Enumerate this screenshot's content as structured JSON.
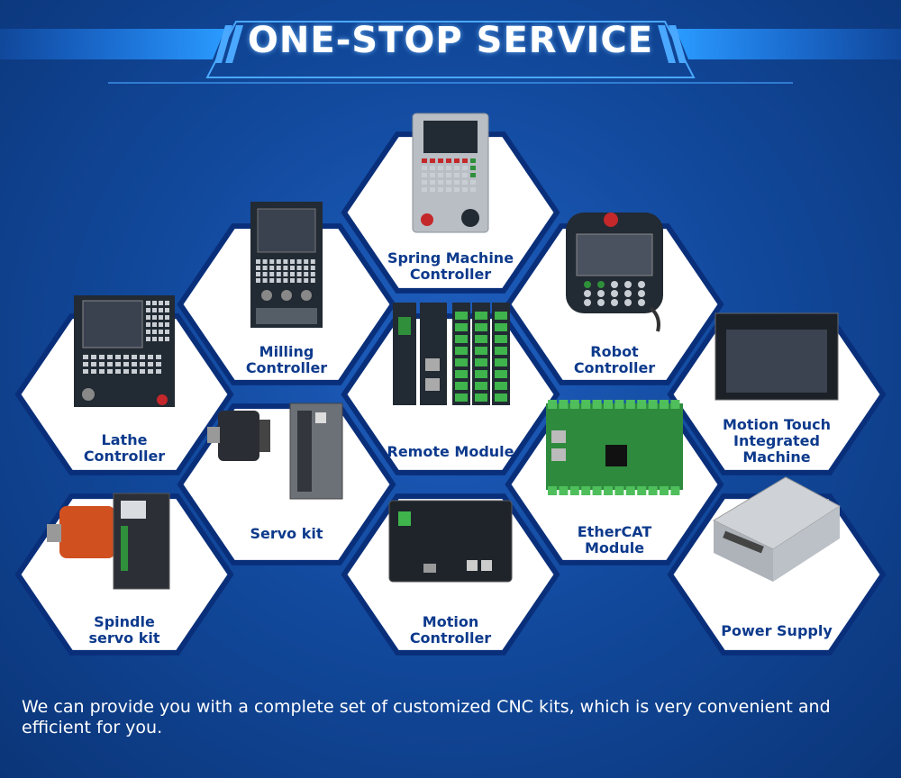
{
  "header": {
    "title": "ONE-STOP SERVICE"
  },
  "products": [
    {
      "id": "spring",
      "label_lines": [
        "Spring Machine",
        "Controller"
      ],
      "icon": "spring-machine-controller-icon"
    },
    {
      "id": "milling",
      "label_lines": [
        "Milling",
        "Controller"
      ],
      "icon": "milling-controller-icon"
    },
    {
      "id": "robot",
      "label_lines": [
        "Robot",
        "Controller"
      ],
      "icon": "robot-controller-icon"
    },
    {
      "id": "lathe",
      "label_lines": [
        "Lathe",
        "Controller"
      ],
      "icon": "lathe-controller-icon"
    },
    {
      "id": "remote",
      "label_lines": [
        "Remote Module"
      ],
      "icon": "remote-module-icon"
    },
    {
      "id": "motion-touch",
      "label_lines": [
        "Motion Touch",
        "Integrated",
        "Machine"
      ],
      "icon": "motion-touch-machine-icon"
    },
    {
      "id": "servo",
      "label_lines": [
        "Servo kit"
      ],
      "icon": "servo-kit-icon"
    },
    {
      "id": "ethercat",
      "label_lines": [
        "EtherCAT",
        "Module"
      ],
      "icon": "ethercat-module-icon"
    },
    {
      "id": "spindle",
      "label_lines": [
        "Spindle",
        "servo kit"
      ],
      "icon": "spindle-servo-kit-icon"
    },
    {
      "id": "motion",
      "label_lines": [
        "Motion",
        "Controller"
      ],
      "icon": "motion-controller-icon"
    },
    {
      "id": "power",
      "label_lines": [
        "Power Supply"
      ],
      "icon": "power-supply-icon"
    }
  ],
  "footer": {
    "text": "We can provide you with a complete set of customized CNC kits, which is very convenient and efficient for you."
  },
  "colors": {
    "accent": "#2a8cff",
    "label": "#0d3a8c",
    "hex_fill": "#ffffff",
    "hex_border": "#0a2f7a"
  }
}
